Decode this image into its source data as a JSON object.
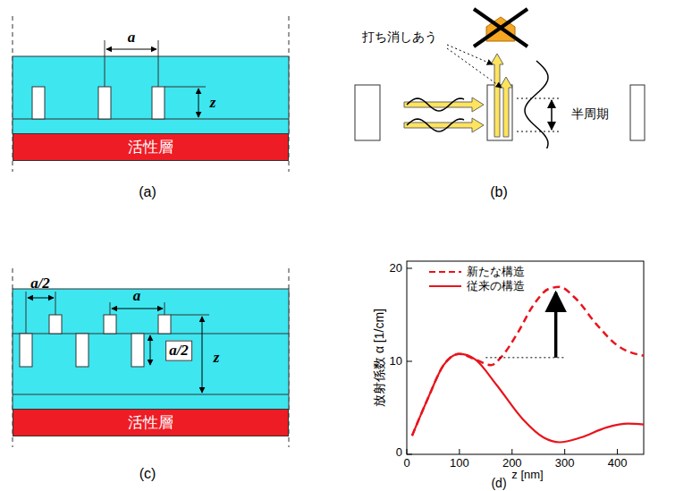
{
  "diagram": {
    "nodes": [
      {
        "text": [
          "活性層"
        ]
      },
      {
        "text": [
          "活性層"
        ]
      }
    ],
    "edges": [],
    "labels": [
      "a",
      "z",
      "(a)",
      "打ち消しあう",
      "半周期",
      "(b)",
      "a/2",
      "a",
      "a/2",
      "z",
      "(c)",
      "放射係数 α [1/cm]",
      "z [nm]",
      "0",
      "10",
      "20",
      "0",
      "100",
      "200",
      "300",
      "400",
      "(d)"
    ],
    "legend": [
      {
        "text": "新たな構造"
      },
      {
        "text": "従来の構造"
      }
    ]
  }
}
